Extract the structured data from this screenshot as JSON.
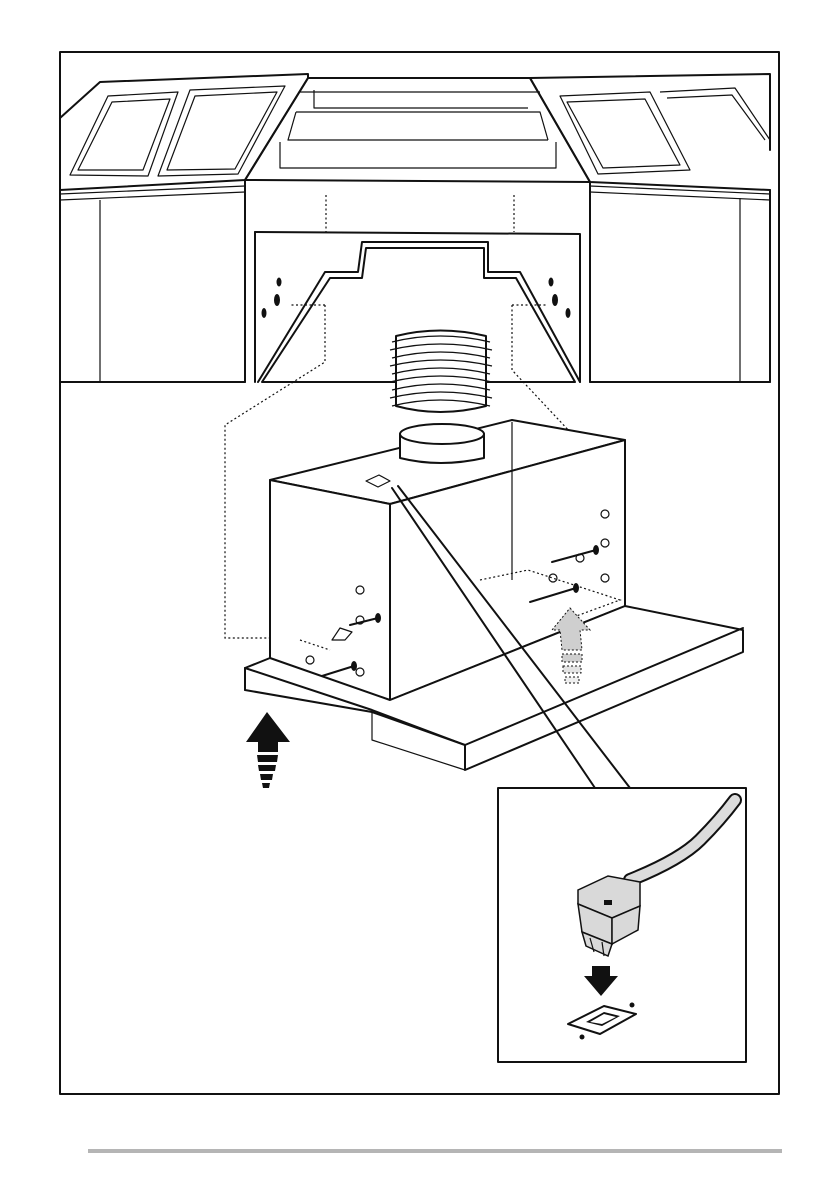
{
  "figure": {
    "kind": "installation-illustration",
    "icons": [
      "kitchen-cabinets",
      "flexible-duct",
      "range-hood",
      "screw",
      "upward-arrow",
      "power-connector",
      "socket"
    ],
    "colors": {
      "line": "#111111",
      "background": "#ffffff",
      "footer_rule": "#b5b5b5",
      "arrow_ghost": "#cfcfcf"
    }
  }
}
